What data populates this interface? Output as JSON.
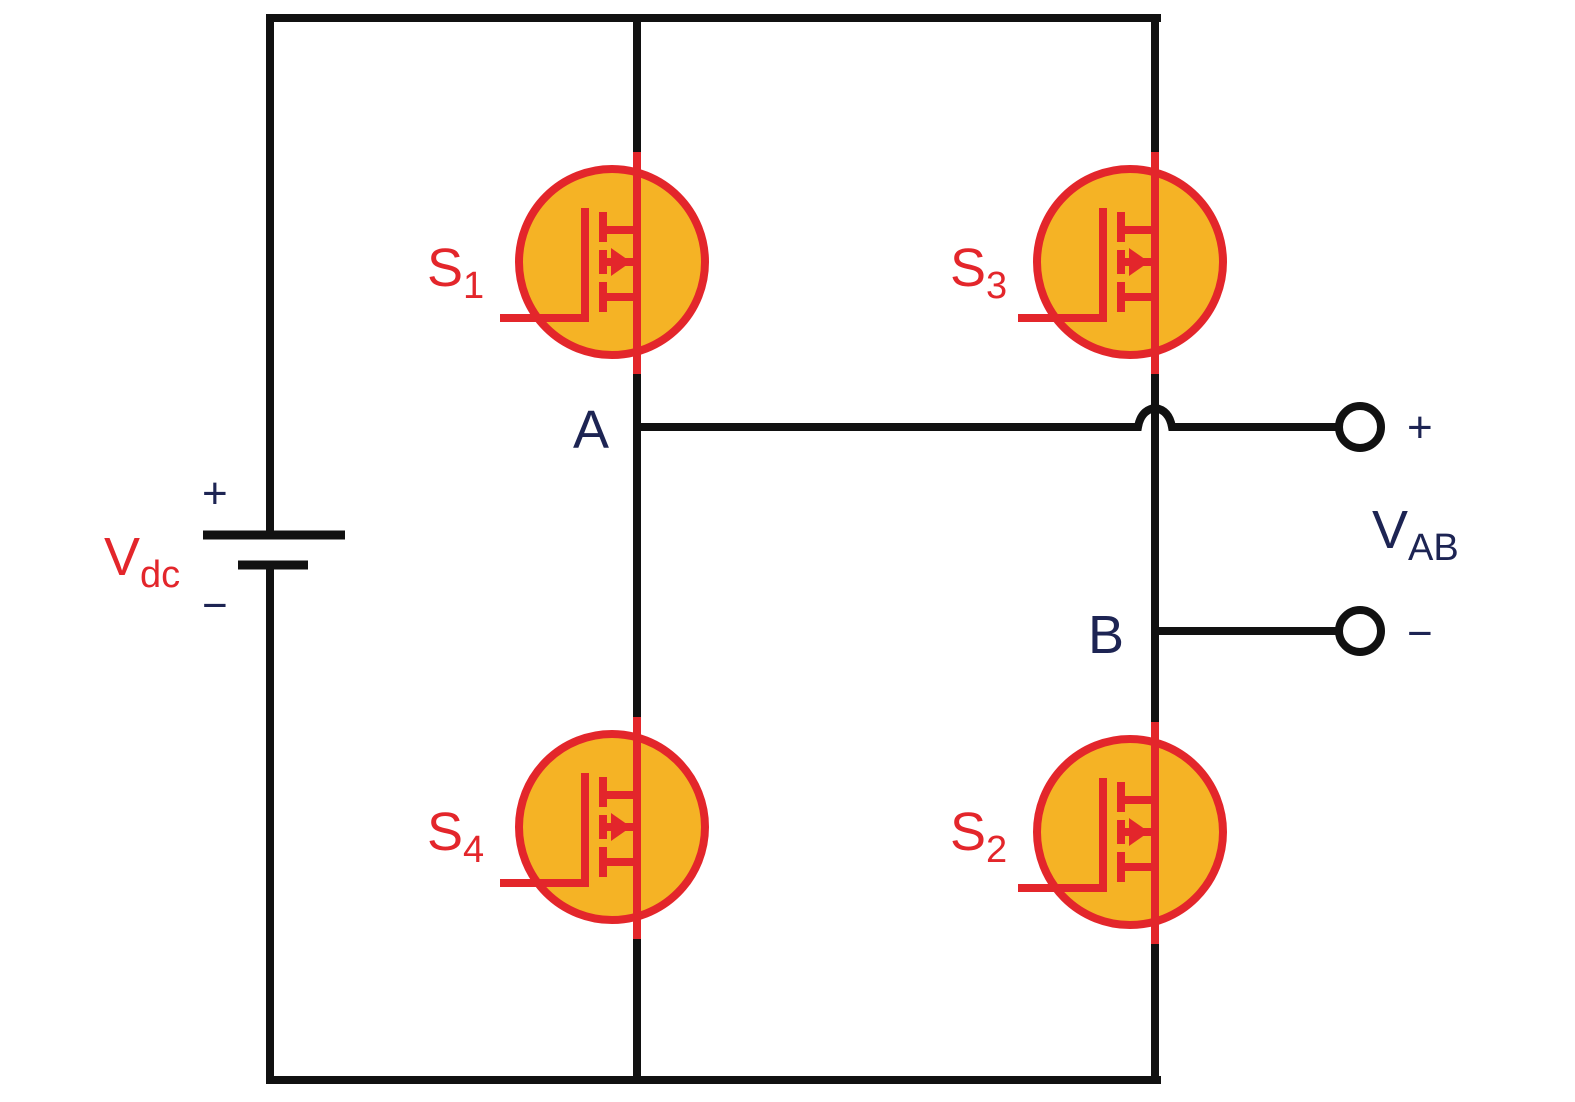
{
  "title": "H-bridge inverter circuit",
  "colors": {
    "wire": "#111111",
    "switch_body": "#f5b325",
    "switch_outline": "#e3262b",
    "label_red": "#e3262b",
    "label_navy": "#1d2453"
  },
  "source": {
    "label": "V",
    "subscript": "dc",
    "plus": "+",
    "minus": "−"
  },
  "switches": [
    {
      "label": "S",
      "subscript": "1"
    },
    {
      "label": "S",
      "subscript": "3"
    },
    {
      "label": "S",
      "subscript": "4"
    },
    {
      "label": "S",
      "subscript": "2"
    }
  ],
  "nodes": {
    "a": "A",
    "b": "B"
  },
  "output": {
    "label": "V",
    "subscript": "AB",
    "plus": "+",
    "minus": "−"
  }
}
